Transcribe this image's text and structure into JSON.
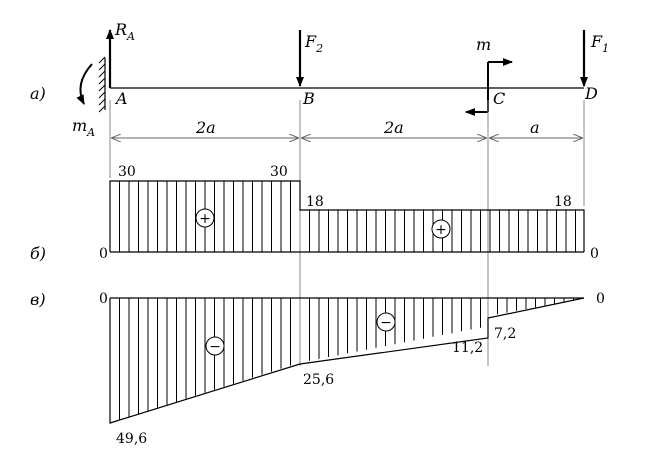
{
  "row_labels": {
    "a": "а)",
    "b": "б)",
    "v": "в)"
  },
  "beam": {
    "points": [
      "A",
      "B",
      "C",
      "D"
    ],
    "reaction_R": "R",
    "reaction_R_sub": "A",
    "moment_m": "m",
    "moment_m_sub": "A",
    "force_F2": "F",
    "force_F2_sub": "2",
    "force_F1": "F",
    "force_F1_sub": "1",
    "applied_moment": "m"
  },
  "dimensions": [
    "2a",
    "2a",
    "a"
  ],
  "diagram_b": {
    "values": {
      "v1": "30",
      "v2": "30",
      "v3": "18",
      "v4": "18",
      "zero_left": "0",
      "zero_right": "0"
    },
    "sign": "+",
    "segments": [
      {
        "from": "A",
        "to": "B",
        "start": 30,
        "end": 30
      },
      {
        "from": "B",
        "to": "D",
        "start": 18,
        "end": 18
      }
    ]
  },
  "diagram_v": {
    "values": {
      "left": "49,6",
      "at_B": "25,6",
      "at_C_left": "11,2",
      "at_C_right": "7,2",
      "zero_left": "0",
      "zero_right": "0"
    },
    "sign": "−",
    "segments": [
      {
        "from": "A",
        "to": "B",
        "start": 49.6,
        "end": 25.6
      },
      {
        "from": "B",
        "to": "C",
        "start": 25.6,
        "end": 11.2
      },
      {
        "from": "C",
        "to": "D",
        "start": 7.2,
        "end": 0
      }
    ]
  }
}
